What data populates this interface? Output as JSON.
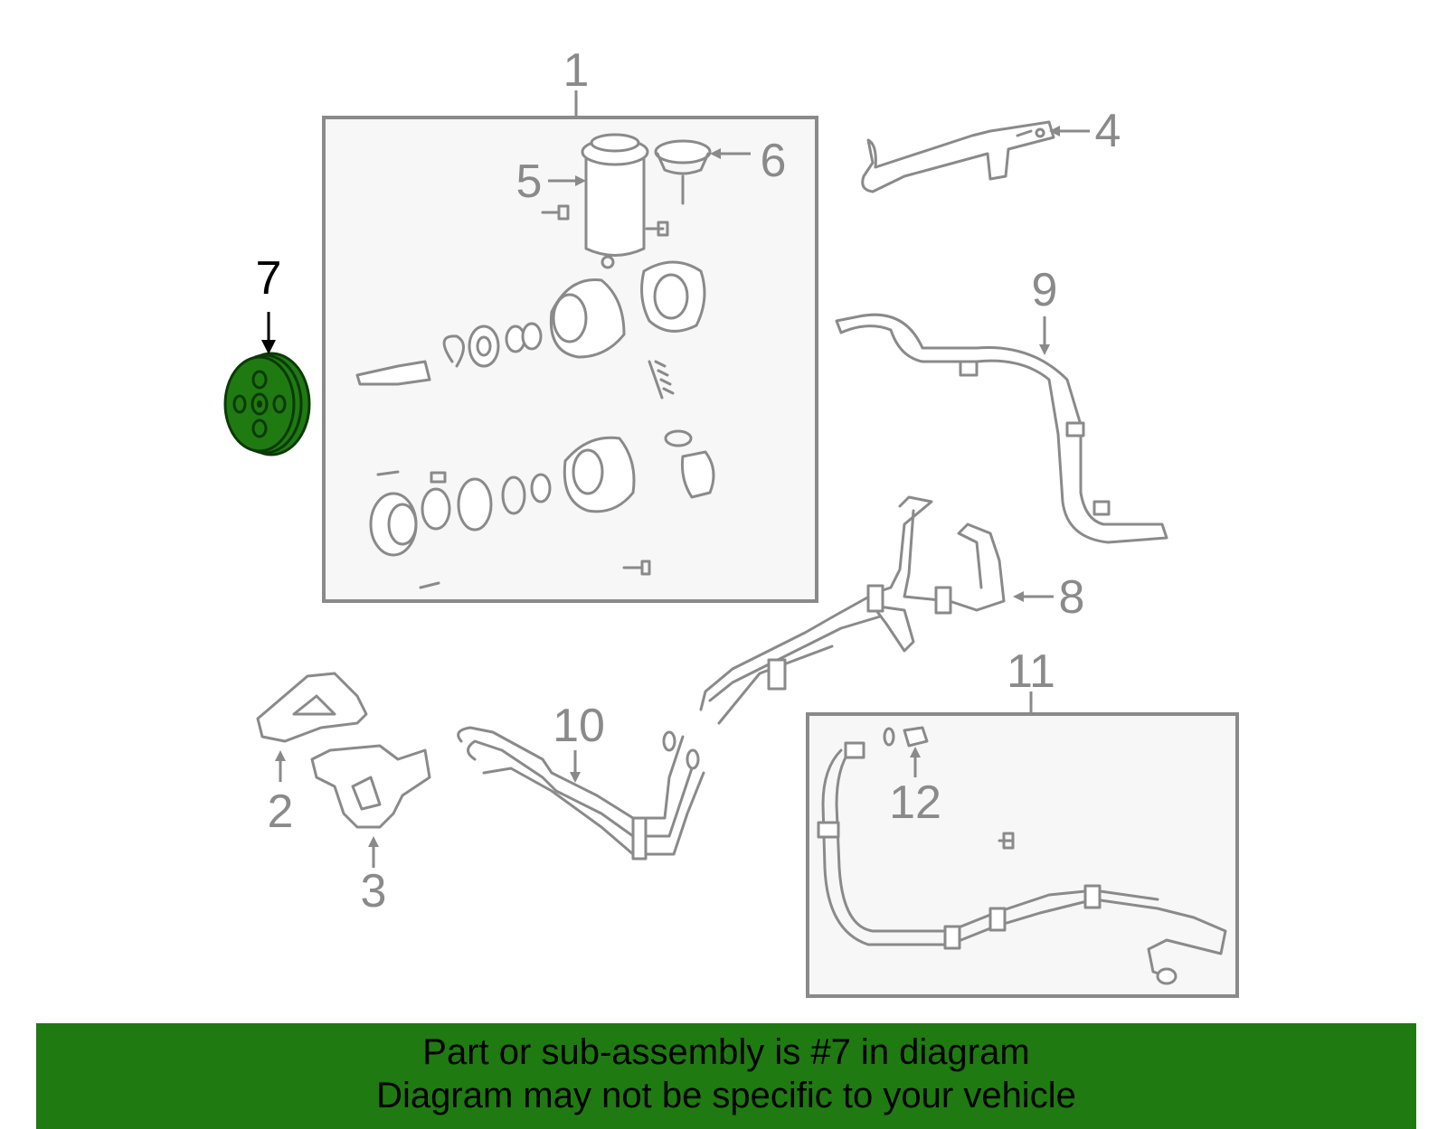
{
  "callouts": {
    "c1": "1",
    "c2": "2",
    "c3": "3",
    "c4": "4",
    "c5": "5",
    "c6": "6",
    "c7": "7",
    "c8": "8",
    "c9": "9",
    "c10": "10",
    "c11": "11",
    "c12": "12"
  },
  "highlight": {
    "part_number": "7",
    "color": "#1f7a12"
  },
  "colors": {
    "line": "#8a8a8a",
    "box_fill": "#f7f7f7",
    "banner_bg": "#1f7a12"
  },
  "banner": {
    "line1": "Part or sub-assembly is #7 in diagram",
    "line2": "Diagram may not be specific to your vehicle"
  }
}
